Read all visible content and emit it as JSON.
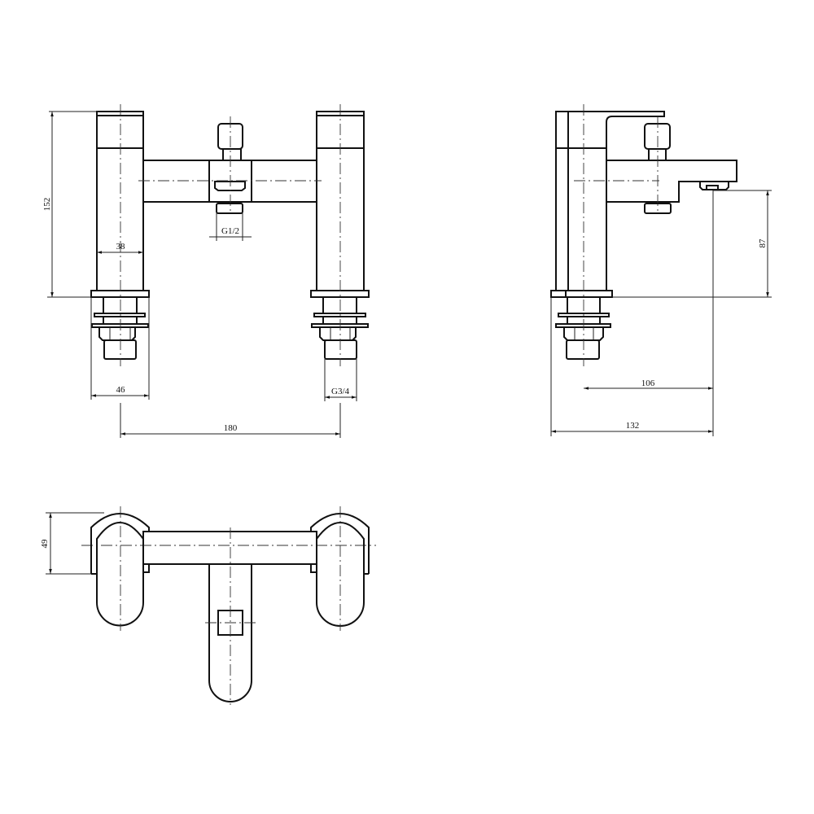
{
  "drawing": {
    "line_color": "#111111",
    "background": "#ffffff",
    "front_view": {
      "height_dim": "152",
      "pillar_width_dim": "38",
      "outlet_thread": "G1/2",
      "base_width_dim": "46",
      "inlet_thread": "G3/4",
      "centres_dim": "180"
    },
    "side_view": {
      "spout_height_dim": "87",
      "spout_reach_dim": "106",
      "overall_depth_dim": "132"
    },
    "top_view": {
      "depth_dim": "49"
    }
  }
}
